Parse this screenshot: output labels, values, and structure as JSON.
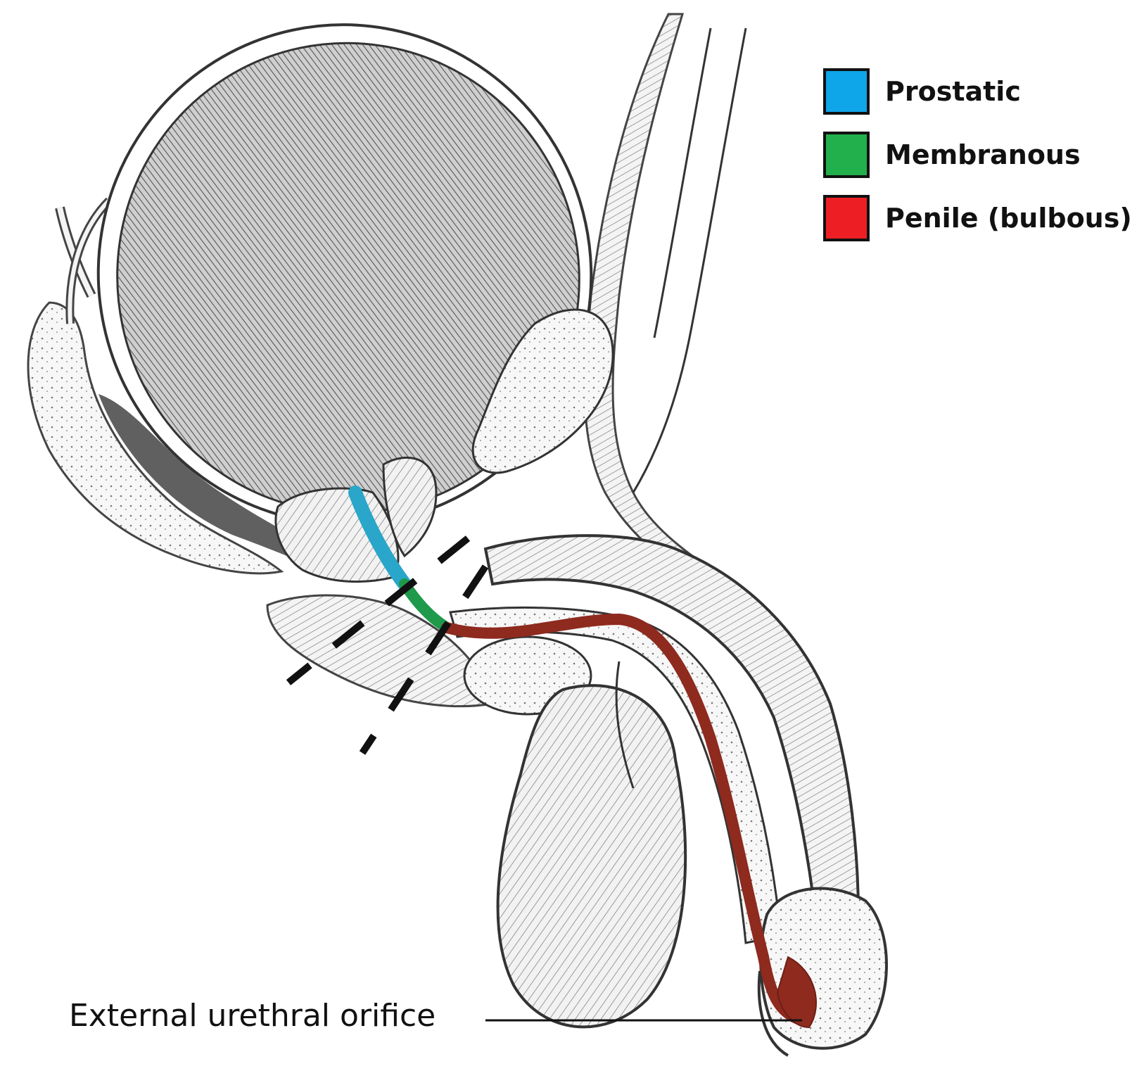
{
  "legend": {
    "items": [
      {
        "label": "Prostatic",
        "color": "#0ea5e9"
      },
      {
        "label": "Membranous",
        "color": "#22b04c"
      },
      {
        "label": "Penile (bulbous)",
        "color": "#ee1f24"
      }
    ]
  },
  "annotation": {
    "external_urethral_orifice": "External urethral orifice"
  },
  "colors": {
    "prostatic_segment": "#29a6c9",
    "membranous_segment": "#1e9a4a",
    "penile_segment": "#8e2a1e",
    "line_art": "#333333",
    "dashed_boundary": "#111111"
  }
}
